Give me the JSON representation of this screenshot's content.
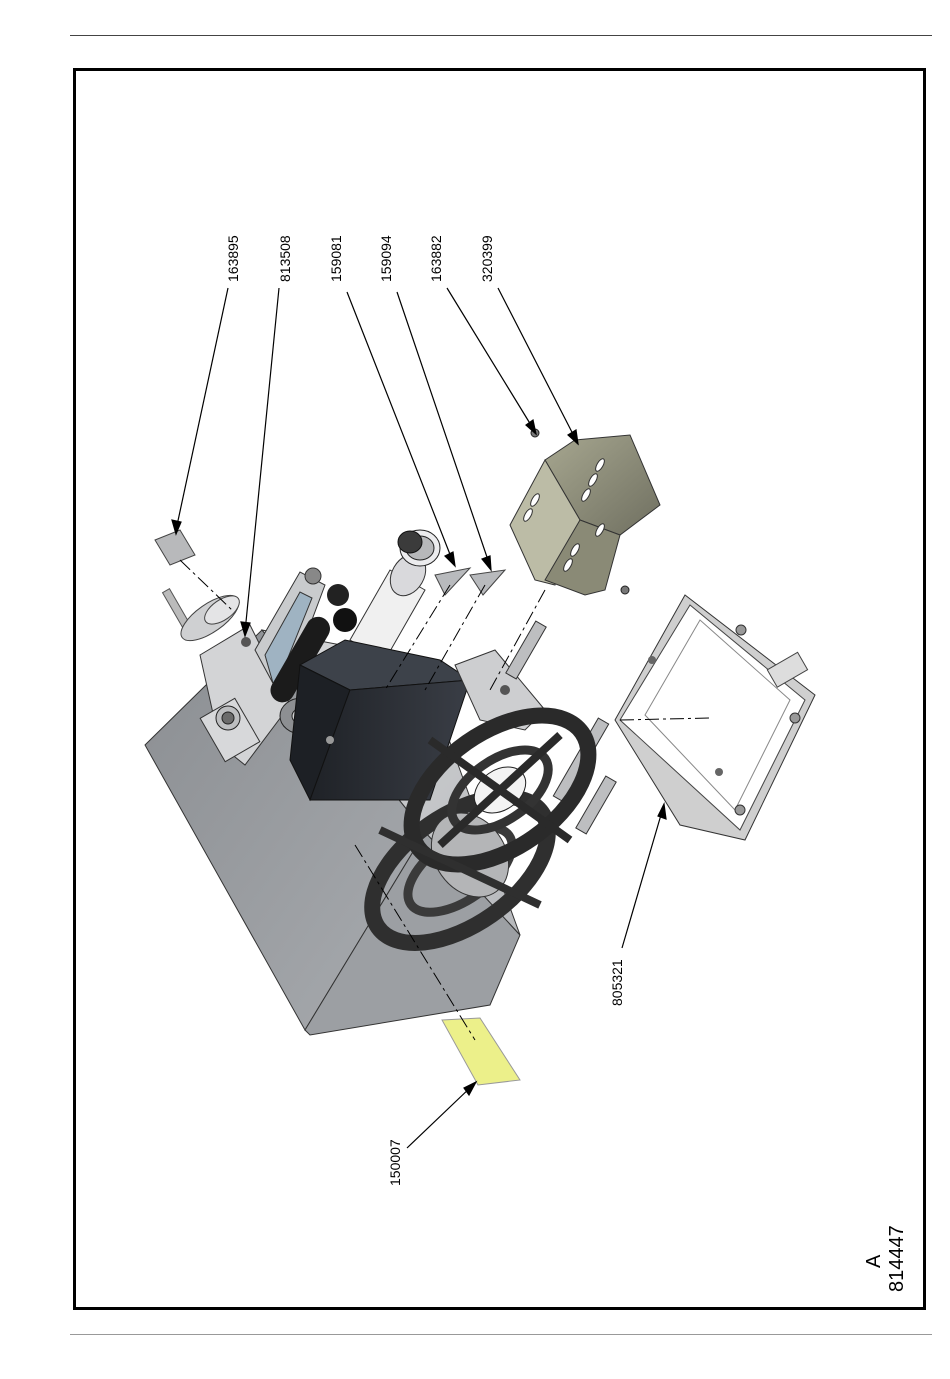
{
  "drawing": {
    "part_numbers": {
      "p163895": "163895",
      "p813508": "813508",
      "p159081": "159081",
      "p159094": "159094",
      "p163882": "163882",
      "p320399": "320399",
      "p805321": "805321",
      "p150007": "150007"
    },
    "revision": "A",
    "drawing_number": "814447"
  },
  "colors": {
    "housing": "#a9abae",
    "housing_dark": "#7f8286",
    "block": "#2e3137",
    "spool": "#3a3a3a",
    "label": "#ecf08a",
    "guard": "#8c8c7a",
    "frame_plate": "#c9c9c9"
  }
}
